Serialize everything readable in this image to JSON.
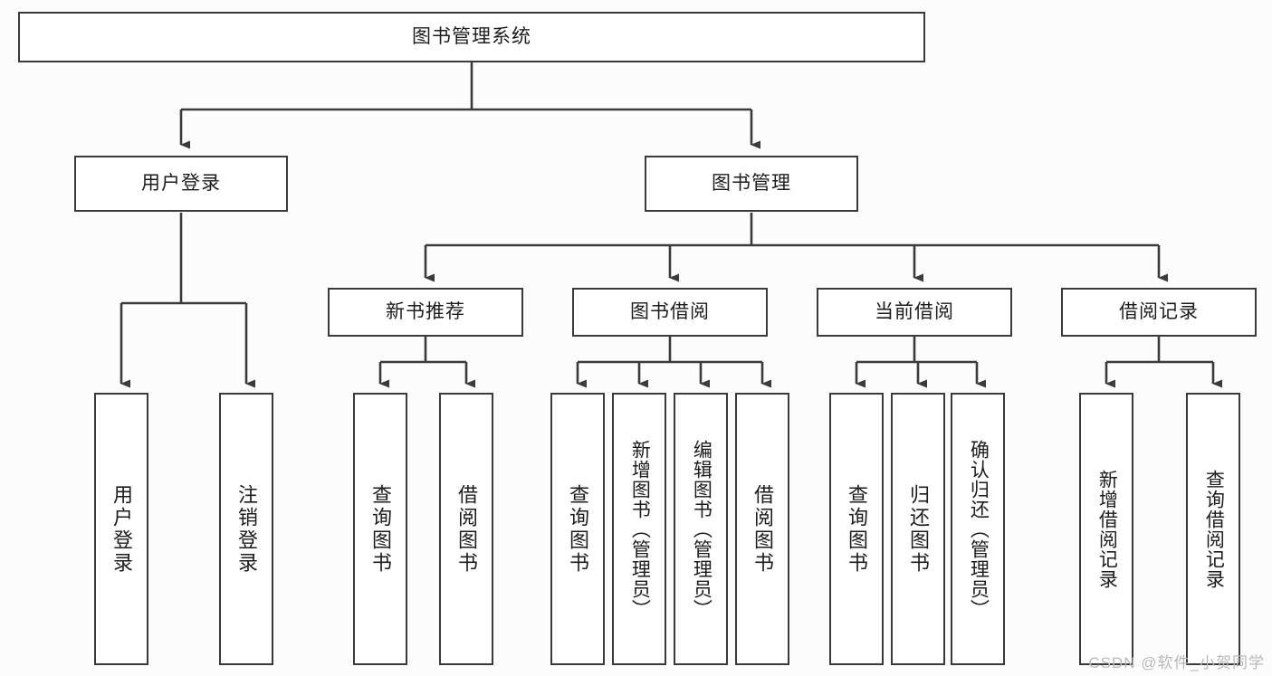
{
  "diagram": {
    "type": "tree-hierarchy",
    "title": "图书管理系统",
    "root": {
      "label": "图书管理系统"
    },
    "level2": [
      {
        "label": "用户登录"
      },
      {
        "label": "图书管理"
      }
    ],
    "level3": [
      {
        "label": "新书推荐"
      },
      {
        "label": "图书借阅"
      },
      {
        "label": "当前借阅"
      },
      {
        "label": "借阅记录"
      }
    ],
    "leaves": {
      "user_login": [
        {
          "label": "用户登录"
        },
        {
          "label": "注销登录"
        }
      ],
      "new_book_recommend": [
        {
          "label": "查询图书"
        },
        {
          "label": "借阅图书"
        }
      ],
      "book_borrow": [
        {
          "label": "查询图书"
        },
        {
          "label": "新增图书（管理员）"
        },
        {
          "label": "编辑图书（管理员）"
        },
        {
          "label": "借阅图书"
        }
      ],
      "current_borrow": [
        {
          "label": "查询图书"
        },
        {
          "label": "归还图书"
        },
        {
          "label": "确认归还（管理员）"
        }
      ],
      "borrow_record": [
        {
          "label": "新增借阅记录"
        },
        {
          "label": "查询借阅记录"
        }
      ]
    }
  },
  "watermark": {
    "text": "CSDN @软件_小贺同学"
  },
  "colors": {
    "border": "#3a3a3a",
    "box_fill": "#ffffff",
    "background": "#fcfcfc",
    "text": "#1c1c1c",
    "watermark": "#b9b9b9"
  }
}
